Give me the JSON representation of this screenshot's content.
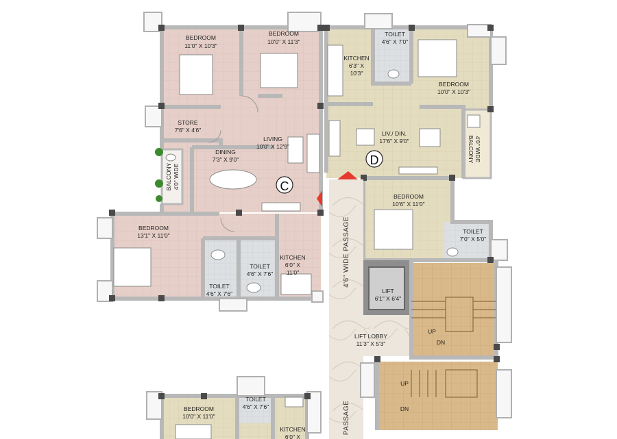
{
  "colors": {
    "unit_c_floor": "#e6cfc8",
    "unit_d_floor": "#e4dcbf",
    "toilet_floor": "#dde0e2",
    "passage_marble": "#ece6dd",
    "stair_floor": "#d9b98a",
    "lift": "#8e8e8e",
    "wall": "#b8b8b8",
    "column": "#4a4a4a",
    "entry_marker": "#e63a2e"
  },
  "icons": {
    "furniture": "bed/sofa/table-symbols",
    "entry": "red-triangle-marker",
    "trees": "green-shrub-icons"
  },
  "units": {
    "c": {
      "label": "C",
      "rooms": [
        {
          "name": "BEDROOM",
          "size": "11'0\" X 10'3\""
        },
        {
          "name": "BEDROOM",
          "size": "10'0\" X 11'3\""
        },
        {
          "name": "STORE",
          "size": "7'6\" X 4'6\""
        },
        {
          "name": "LIVING",
          "size": "10'0\" X 12'9\""
        },
        {
          "name": "DINING",
          "size": "7'3\" X 9'0\""
        },
        {
          "name": "BEDROOM",
          "size": "13'1\" X 11'0\""
        },
        {
          "name": "KITCHEN",
          "size_a": "6'0\" X",
          "size_b": "11'0\""
        },
        {
          "name": "TOILET",
          "size": "4'6\" X 7'6\""
        },
        {
          "name": "TOILET",
          "size": "4'6\" X 7'6\""
        }
      ],
      "balcony": {
        "a": "BALCONY",
        "b": "4'0\" WIDE"
      }
    },
    "d": {
      "label": "D",
      "rooms": [
        {
          "name": "TOILET",
          "size": "4'6\" X 7'0\""
        },
        {
          "name": "KITCHEN",
          "size_a": "6'3\" X",
          "size_b": "10'3\""
        },
        {
          "name": "BEDROOM",
          "size": "10'0\" X 10'3\""
        },
        {
          "name": "LIV./ DIN.",
          "size": "17'6\" X 9'0\""
        },
        {
          "name": "BEDROOM",
          "size": "10'6\" X 11'0\""
        },
        {
          "name": "TOILET",
          "size": "7'0\" X 5'0\""
        }
      ],
      "balcony": {
        "a": "4'0\" WIDE",
        "b": "BALCONY"
      }
    }
  },
  "core": {
    "lift": {
      "name": "LIFT",
      "size": "6'1\" X 6'4\""
    },
    "lobby": {
      "name": "LIFT LOBBY",
      "size": "11'3\" X 5'3\""
    },
    "passage": "4'6\" WIDE PASSAGE",
    "passage_lower": "PASSAGE",
    "stairs": {
      "up1": "UP",
      "dn1": "DN",
      "up2": "UP",
      "dn2": "DN"
    }
  },
  "lower_unit": {
    "rooms": [
      {
        "name": "BEDROOM",
        "size": "10'0\" X 11'0\""
      },
      {
        "name": "TOILET",
        "size": "4'6\" X 7'6\""
      },
      {
        "name": "KITCHEN",
        "size": "6'0\" X"
      }
    ]
  }
}
